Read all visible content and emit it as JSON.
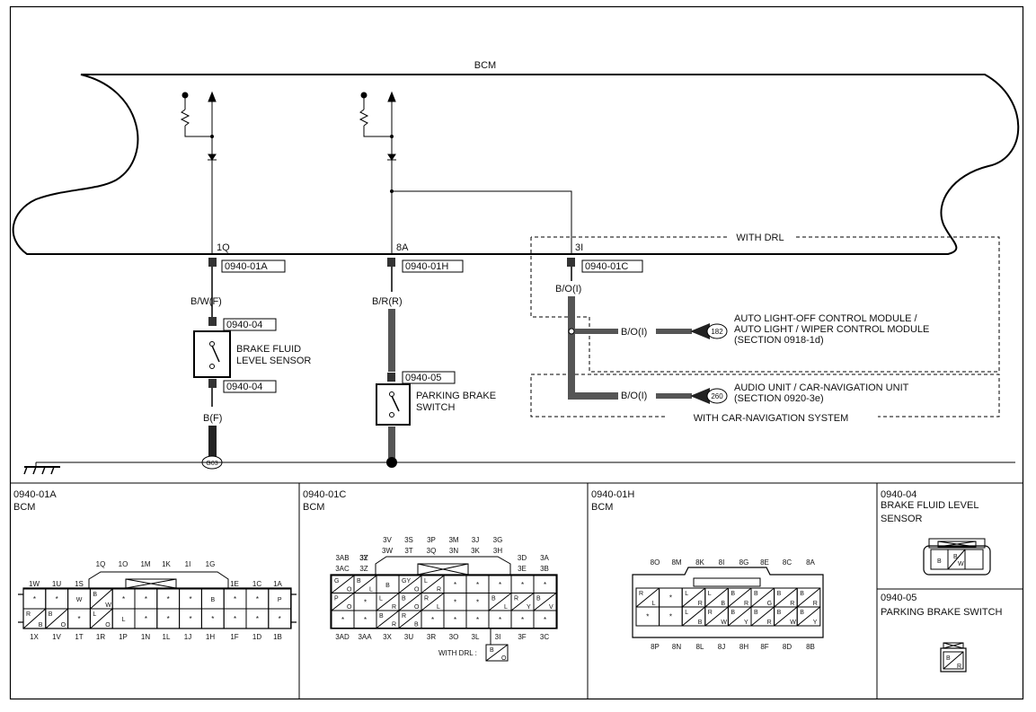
{
  "bcm_label": "BCM",
  "pins": {
    "p1q": "1Q",
    "p8a": "8A",
    "p3i": "3I"
  },
  "connectors": {
    "c01a": "0940-01A",
    "c01h": "0940-01H",
    "c01c": "0940-01C",
    "c04a": "0940-04",
    "c04b": "0940-04",
    "c05": "0940-05"
  },
  "wires": {
    "bw": "B/W(F)",
    "br": "B/R(R)",
    "bo": "B/O(I)",
    "bf": "B(F)",
    "bo2": "B/O(I)",
    "bo3": "B/O(I)"
  },
  "brake_fluid": [
    "BRAKE FLUID",
    "LEVEL SENSOR"
  ],
  "parking_brake": [
    "PARKING BRAKE",
    "SWITCH"
  ],
  "with_drl": "WITH DRL",
  "with_nav": "WITH CAR-NAVIGATION SYSTEM",
  "auto_light": [
    "AUTO LIGHT-OFF CONTROL MODULE /",
    "AUTO LIGHT / WIPER CONTROL MODULE",
    "(SECTION 0918-1d)"
  ],
  "audio": [
    "AUDIO UNIT / CAR-NAVIGATION UNIT",
    "(SECTION 0920-3e)"
  ],
  "badge_182": "182",
  "badge_260": "260",
  "ground_g03": "G03",
  "panels": {
    "p01a": {
      "id": "0940-01A",
      "name": "BCM",
      "top_pins_upper": [
        "1Q",
        "1O",
        "1M",
        "1K",
        "1I",
        "1G"
      ],
      "top_pins_lower": [
        "1W",
        "1U",
        "1S",
        "1E",
        "1C",
        "1A"
      ],
      "bottom_pins": [
        "1X",
        "1V",
        "1T",
        "1R",
        "1P",
        "1N",
        "1L",
        "1J",
        "1H",
        "1F",
        "1D",
        "1B"
      ]
    },
    "p01c": {
      "id": "0940-01C",
      "name": "BCM",
      "top_pins_r1": [
        "3V",
        "3S",
        "3P",
        "3M",
        "3J",
        "3G"
      ],
      "top_pins_r2": [
        "3W",
        "3T",
        "3Q",
        "3N",
        "3K",
        "3H"
      ],
      "left_pins": [
        "3AB",
        "3AC",
        "3Y",
        "3Z"
      ],
      "right_pins": [
        "3D",
        "3E",
        "3A",
        "3B"
      ],
      "bottom_pins": [
        "3AD",
        "3AA",
        "3X",
        "3U",
        "3R",
        "3O",
        "3L",
        "3I",
        "3F",
        "3C"
      ],
      "with_drl": "WITH DRL :"
    },
    "p01h": {
      "id": "0940-01H",
      "name": "BCM",
      "top_pins": [
        "8O",
        "8M",
        "8K",
        "8I",
        "8G",
        "8E",
        "8C",
        "8A"
      ],
      "bottom_pins": [
        "8P",
        "8N",
        "8L",
        "8J",
        "8H",
        "8F",
        "8D",
        "8B"
      ]
    },
    "p04": {
      "id": "0940-04",
      "name_lines": [
        "BRAKE FLUID LEVEL",
        "SENSOR"
      ]
    },
    "p05": {
      "id": "0940-05",
      "name": "PARKING BRAKE SWITCH"
    }
  },
  "cavity_codes": {
    "b": "B",
    "w": "W",
    "l": "L",
    "r": "R",
    "o": "O",
    "g": "G",
    "y": "Y",
    "p": "P",
    "v": "V",
    "gy": "GY",
    "star": "*"
  }
}
